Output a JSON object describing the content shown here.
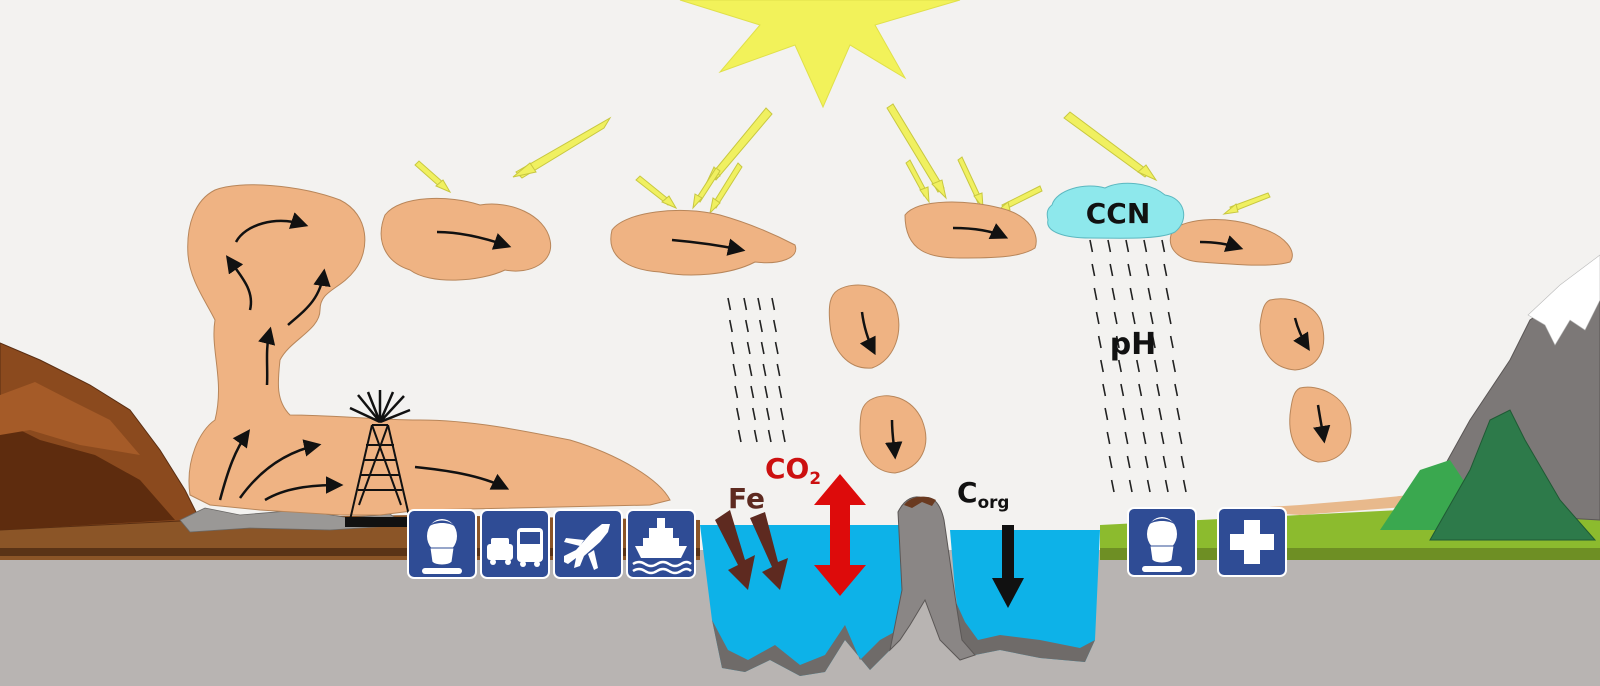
{
  "labels": {
    "ccn": "CCN",
    "ph": "pH",
    "co2_main": "CO",
    "co2_sub": "2",
    "fe": "Fe",
    "corg_main": "C",
    "corg_sub": "org"
  },
  "colors": {
    "background": "#f3f2f0",
    "sun": "#f2f25a",
    "sunrays": "#f0f060",
    "dust": "#efb383",
    "ccn_cloud": "#8ee8ec",
    "ocean": "#0db2e8",
    "ground": "#b8b4b2",
    "soil": "#8b5527",
    "grass": "#8cbb2e",
    "forest": "#2ea24a",
    "mountain": "#7c7877",
    "co2_arrow": "#dd0b0b",
    "fe_arrow": "#5e2a20",
    "corg_arrow": "#111111",
    "sign_blue": "#2f4c95",
    "co2_text": "#cc1010",
    "fe_text": "#5e2a20"
  },
  "signs": [
    {
      "icon": "mask-person-icon"
    },
    {
      "icon": "car-bus-icon"
    },
    {
      "icon": "airplane-icon"
    },
    {
      "icon": "ship-icon"
    },
    {
      "icon": "mask-person-icon"
    },
    {
      "icon": "medical-cross-icon"
    }
  ]
}
